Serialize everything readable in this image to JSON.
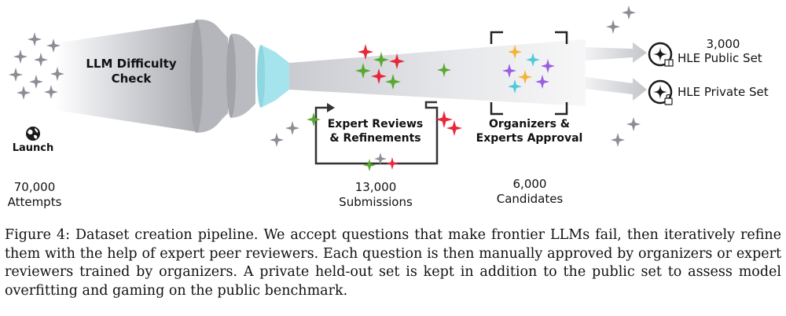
{
  "stages": {
    "launch": {
      "label": "Launch",
      "count": "70,000",
      "unit": "Attempts"
    },
    "llm_check": {
      "label_line1": "LLM Difficulty",
      "label_line2": "Check"
    },
    "expert_review": {
      "label_line1": "Expert Reviews",
      "label_line2": "& Refinements",
      "count": "13,000",
      "unit": "Submissions"
    },
    "approval": {
      "label_line1": "Organizers &",
      "label_line2": "Experts Approval",
      "count": "6,000",
      "unit": "Candidates"
    }
  },
  "outputs": {
    "public": {
      "count": "3,000",
      "label": "HLE Public Set"
    },
    "private": {
      "label": "HLE Private Set"
    }
  },
  "caption": "Figure 4: Dataset creation pipeline. We accept questions that make frontier LLMs fail, then iteratively refine them with the help of expert peer reviewers. Each question is then manually approved by organizers or expert reviewers trained by organizers. A private held-out set is kept in addition to the public set to assess model overfitting and gaming on the public benchmark.",
  "colors": {
    "gray_star": "#8a8d94",
    "red_star": "#e8283a",
    "green_star": "#5aa832",
    "orange_star": "#f5b333",
    "cyan_star": "#4fc9dc",
    "purple_star": "#9a5fe0",
    "funnel_gray": "#a9abb0",
    "funnel_cyan": "#a5e4ec"
  }
}
